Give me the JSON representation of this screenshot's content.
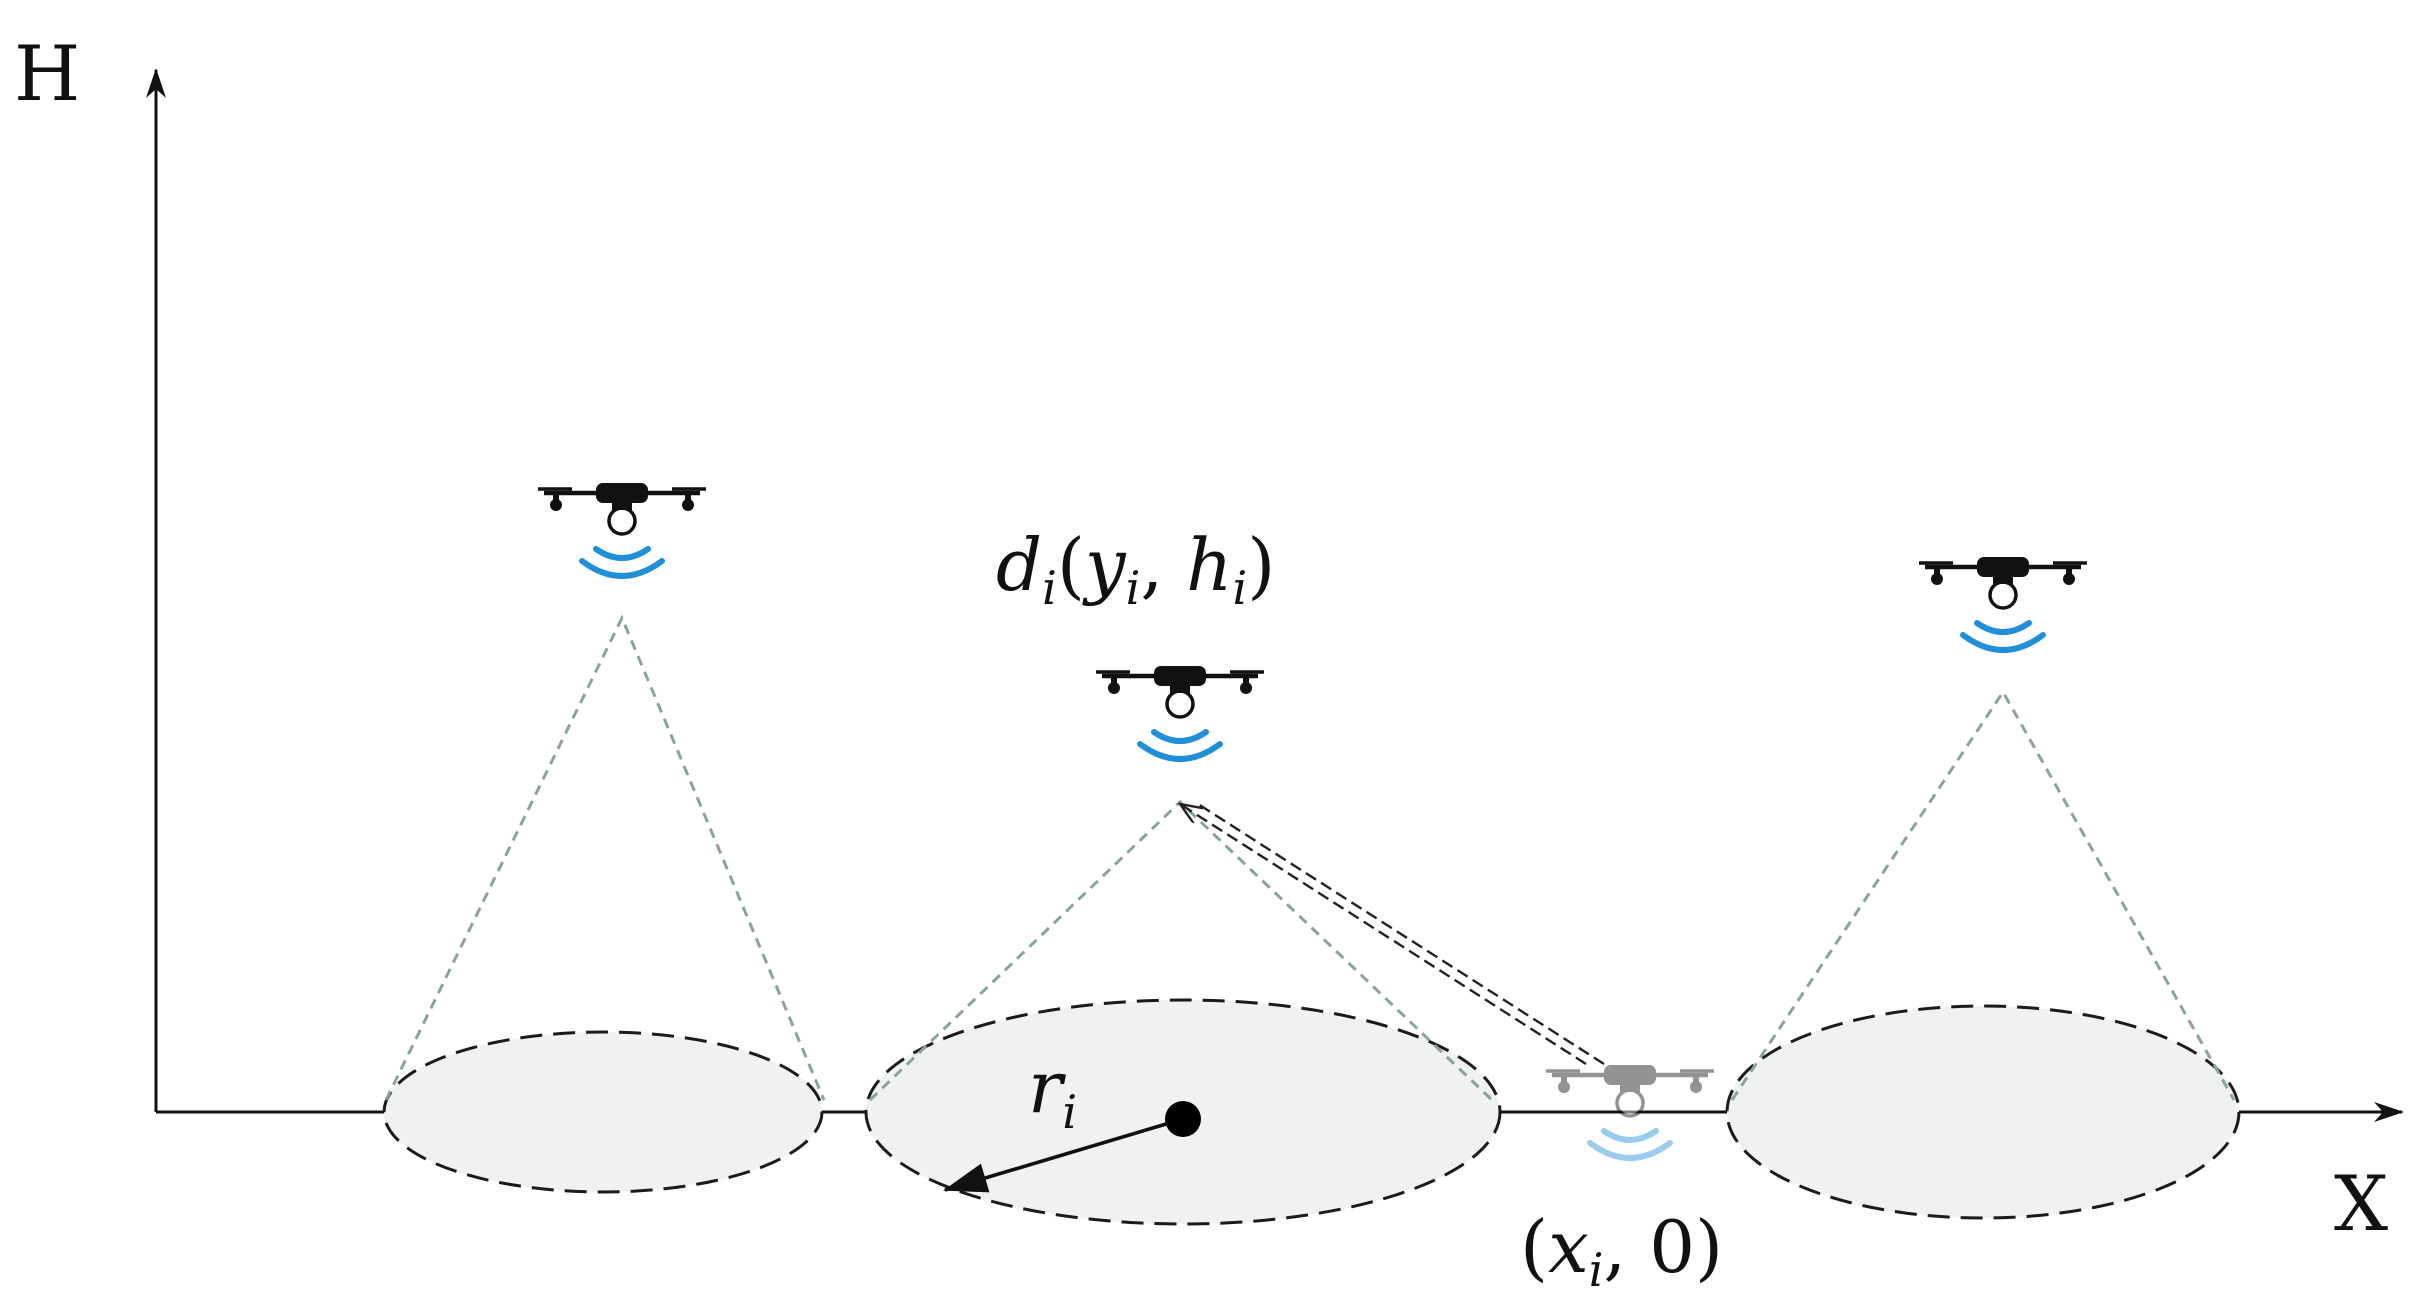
{
  "axes": {
    "vertical_label": "H",
    "horizontal_label": "X"
  },
  "labels": {
    "drone_position": {
      "d": "d",
      "i1": "i",
      "open": "(",
      "y": "y",
      "i2": "i",
      "comma": ", ",
      "h": "h",
      "i3": "i",
      "close": ")"
    },
    "ground_position": {
      "open": "(",
      "x": "x",
      "i": "i",
      "rest": ", 0)"
    },
    "radius": {
      "r": "r",
      "i": "i"
    }
  },
  "colors": {
    "signal_wave": "#1f8fd8",
    "signal_wave_light": "#7fc0ec",
    "drone_body": "#111111",
    "drone_faded": "#9a9a9a",
    "cone_line": "#8aa39c",
    "coverage_fill": "#f0f1f1"
  },
  "icons": [
    "drone-icon",
    "signal-icon"
  ]
}
